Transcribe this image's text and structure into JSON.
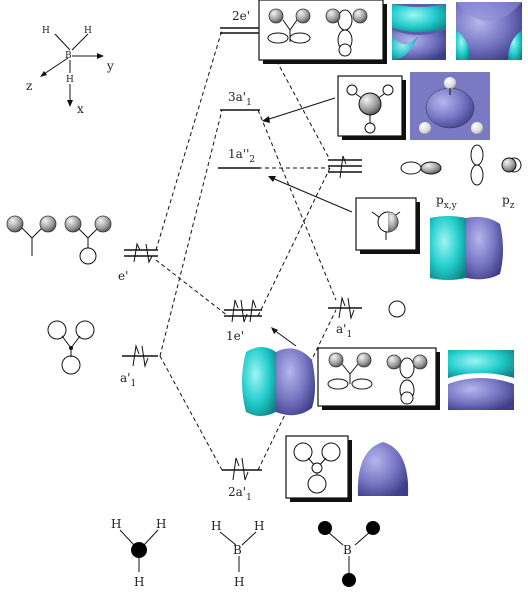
{
  "axes": {
    "atom_b": "B",
    "atom_h": "H",
    "y": "y",
    "z": "z",
    "x": "x"
  },
  "levels": {
    "2e_prime": "2e'",
    "3a1_prime": "3a'",
    "3a1_sub": "1",
    "1a2_dprime": "1a''",
    "1a2_sub": "2",
    "e_prime": "e'",
    "1e_prime": "1e'",
    "a1_prime_right": "a'",
    "a1_prime_right_sub": "1",
    "a1_prime_left": "a'",
    "a1_prime_left_sub": "1",
    "2a1_prime": "2a'",
    "2a1_sub": "1"
  },
  "orbitals": {
    "pxy": "p",
    "pxy_sub": "x,y",
    "pz": "p",
    "pz_sub": "z"
  },
  "molecules": {
    "h": "H",
    "b": "B"
  },
  "colors": {
    "lobe_blue": "#7f7fc8",
    "lobe_cyan": "#1fd6d6",
    "lobe_dark": "#555599",
    "shade_gray": "#9a9a9a"
  }
}
